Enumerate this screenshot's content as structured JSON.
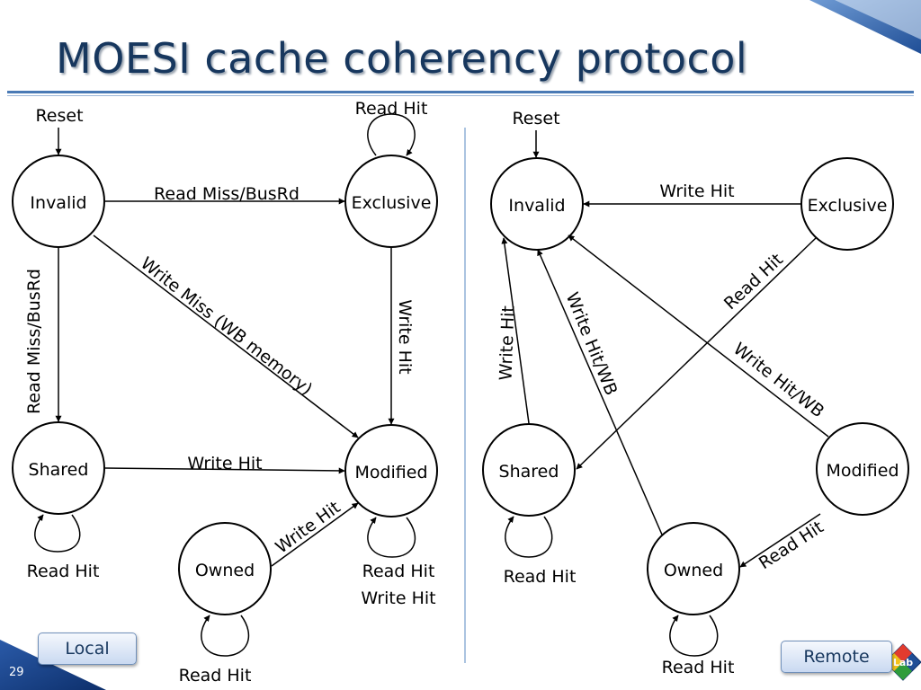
{
  "slide": {
    "title": "MOESI cache coherency protocol",
    "page_number": "29",
    "logo_text": "Lab",
    "buttons": {
      "local": "Local",
      "remote": "Remote"
    }
  },
  "local": {
    "states": {
      "invalid": "Invalid",
      "exclusive": "Exclusive",
      "shared": "Shared",
      "modified": "Modified",
      "owned": "Owned"
    },
    "labels": {
      "reset": "Reset",
      "exclusive_loop": "Read Hit",
      "invalid_to_exclusive": "Read Miss/BusRd",
      "invalid_to_shared": "Read Miss/BusRd",
      "invalid_to_modified": "Write Miss (WB memory)",
      "exclusive_to_modified": "Write Hit",
      "shared_to_modified": "Write Hit",
      "owned_to_modified": "Write Hit",
      "shared_loop": "Read Hit",
      "owned_loop": "Read Hit",
      "modified_loop_1": "Read Hit",
      "modified_loop_2": "Write Hit"
    }
  },
  "remote": {
    "states": {
      "invalid": "Invalid",
      "exclusive": "Exclusive",
      "shared": "Shared",
      "modified": "Modified",
      "owned": "Owned"
    },
    "labels": {
      "reset": "Reset",
      "exclusive_to_invalid": "Write Hit",
      "exclusive_to_shared": "Read Hit",
      "shared_to_invalid": "Write Hit",
      "owned_to_invalid": "Write Hit/WB",
      "modified_to_invalid": "Write Hit/WB",
      "modified_to_owned": "Read Hit",
      "shared_loop": "Read Hit",
      "owned_loop": "Read Hit"
    }
  },
  "colors": {
    "title": "#17375e",
    "accent": "#1f4e96",
    "rule": "#4a7ab5"
  }
}
